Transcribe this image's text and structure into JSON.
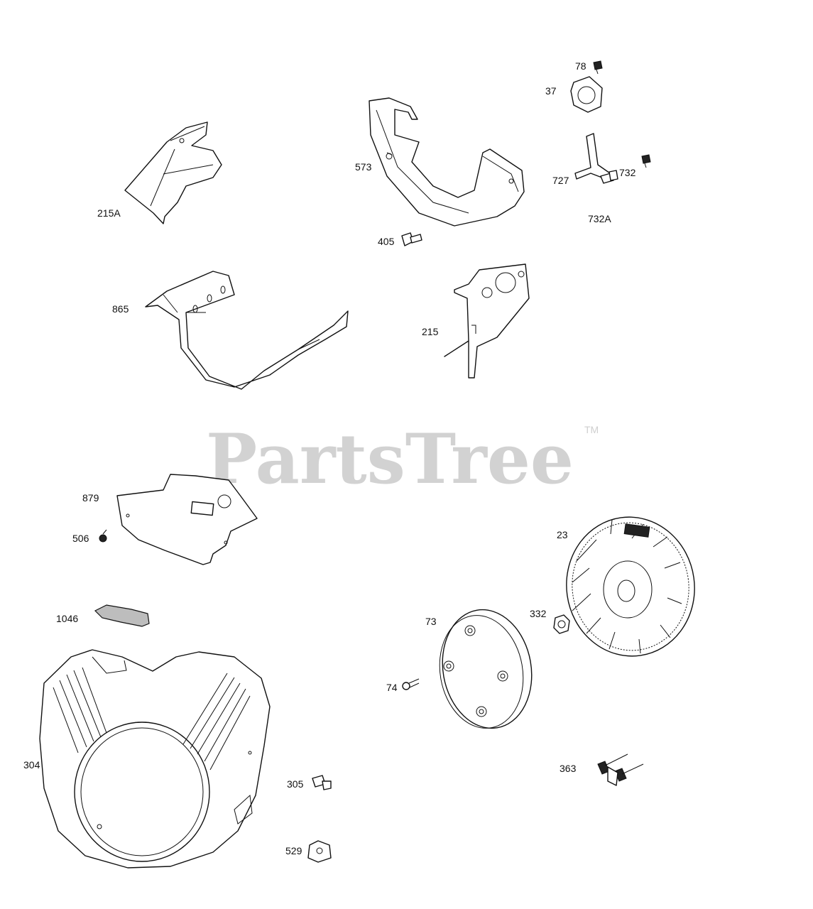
{
  "watermark": {
    "text": "PartsTree",
    "trademark": "TM"
  },
  "part_labels": {
    "p215A": "215A",
    "p573": "573",
    "p405": "405",
    "p78": "78",
    "p37": "37",
    "p727": "727",
    "p732": "732",
    "p732A": "732A",
    "p865": "865",
    "p215": "215",
    "p879": "879",
    "p506": "506",
    "p23": "23",
    "p1046": "1046",
    "p332": "332",
    "p73": "73",
    "p74": "74",
    "p304": "304",
    "p305": "305",
    "p363": "363",
    "p529": "529"
  }
}
